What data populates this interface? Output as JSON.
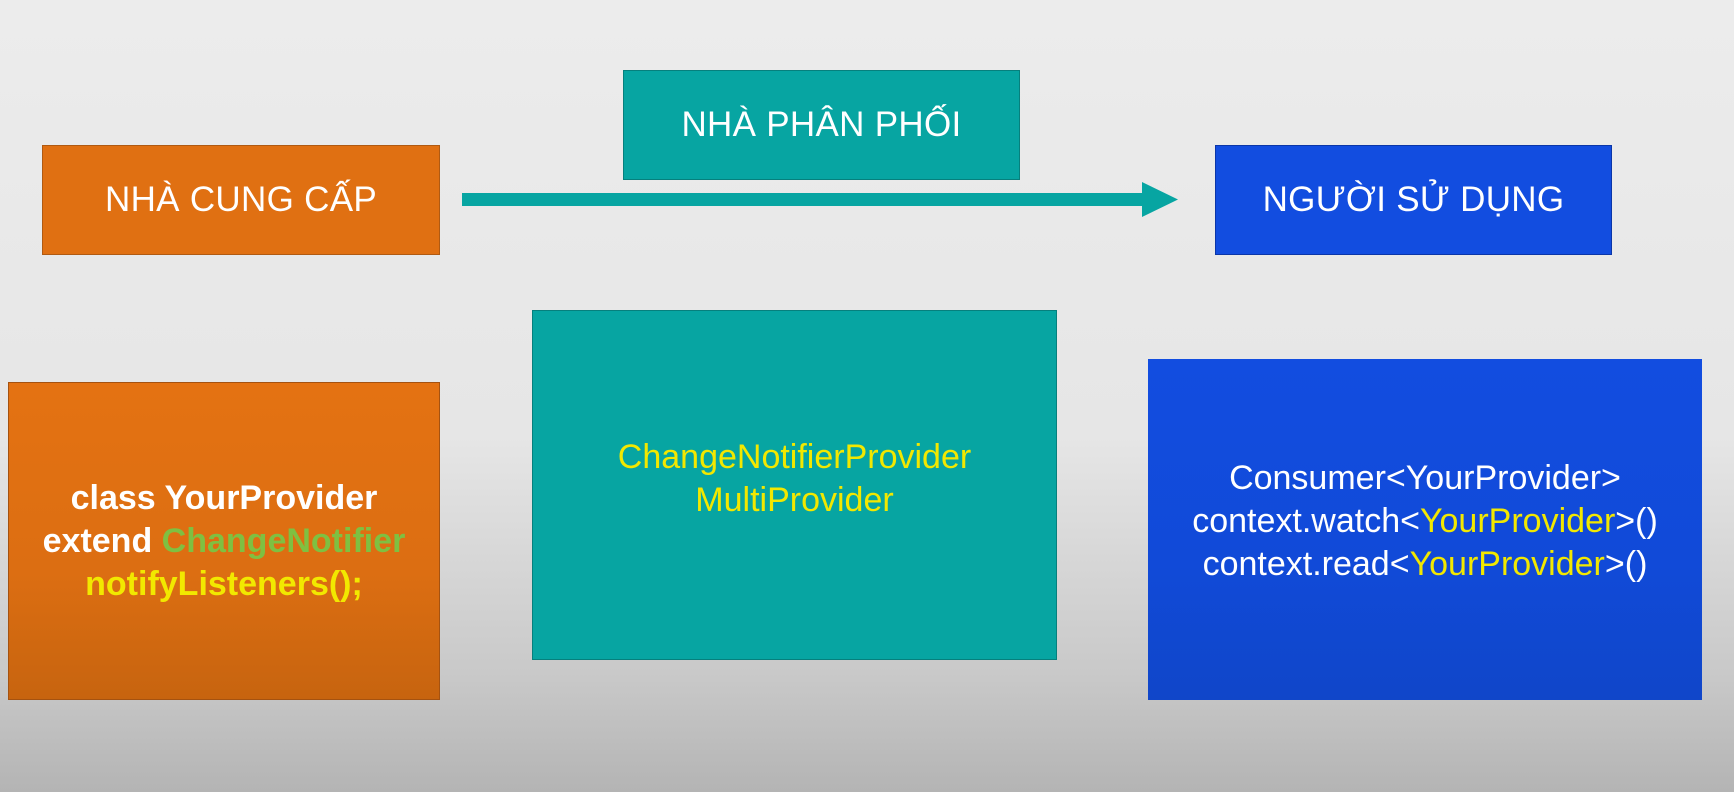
{
  "headers": {
    "provider": "NHÀ CUNG CẤP",
    "distributor": "NHÀ PHÂN PHỐI",
    "consumer": "NGƯỜI SỬ DỤNG"
  },
  "provider_detail": {
    "line1": "class YourProvider",
    "line2_prefix": "extend ",
    "line2_highlight": "ChangeNotifier",
    "line3": "notifyListeners();"
  },
  "distributor_detail": {
    "line1": "ChangeNotifierProvider",
    "line2": "MultiProvider"
  },
  "consumer_detail": {
    "line1": "Consumer<YourProvider>",
    "line2_prefix": "context.watch<",
    "line2_highlight": "YourProvider",
    "line2_suffix": ">()",
    "line3_prefix": "context.read<",
    "line3_highlight": "YourProvider",
    "line3_suffix": ">()"
  },
  "colors": {
    "provider": "#e07012",
    "distributor": "#07a5a2",
    "consumer": "#124de0",
    "arrow": "#07a5a2",
    "highlight_yellow": "#f2e800",
    "highlight_green": "#7fc041"
  }
}
